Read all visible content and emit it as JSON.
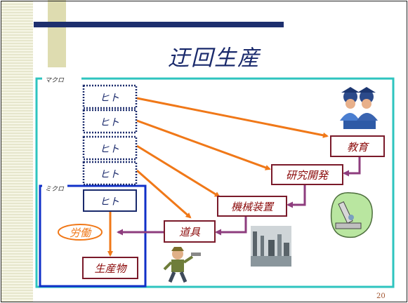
{
  "title": "迂回生産",
  "page_number": "20",
  "regions": {
    "macro": "マクロ",
    "micro": "ミクロ"
  },
  "hito_boxes": [
    "ヒト",
    "ヒト",
    "ヒト",
    "ヒト"
  ],
  "micro_hito": "ヒト",
  "labor": "労働",
  "product": "生産物",
  "stages": [
    "教育",
    "研究開発",
    "機械装置",
    "道具"
  ],
  "colors": {
    "teal_frame": "#2ec4bf",
    "blue_frame": "#1030c8",
    "orange_arrow": "#f07818",
    "purple_arrow": "#8e3d7e",
    "label_text": "#8b0a0a",
    "hito_text": "#1a2a6c"
  },
  "icons": [
    "students-icon",
    "microscope-icon",
    "factory-icon",
    "worker-icon"
  ]
}
